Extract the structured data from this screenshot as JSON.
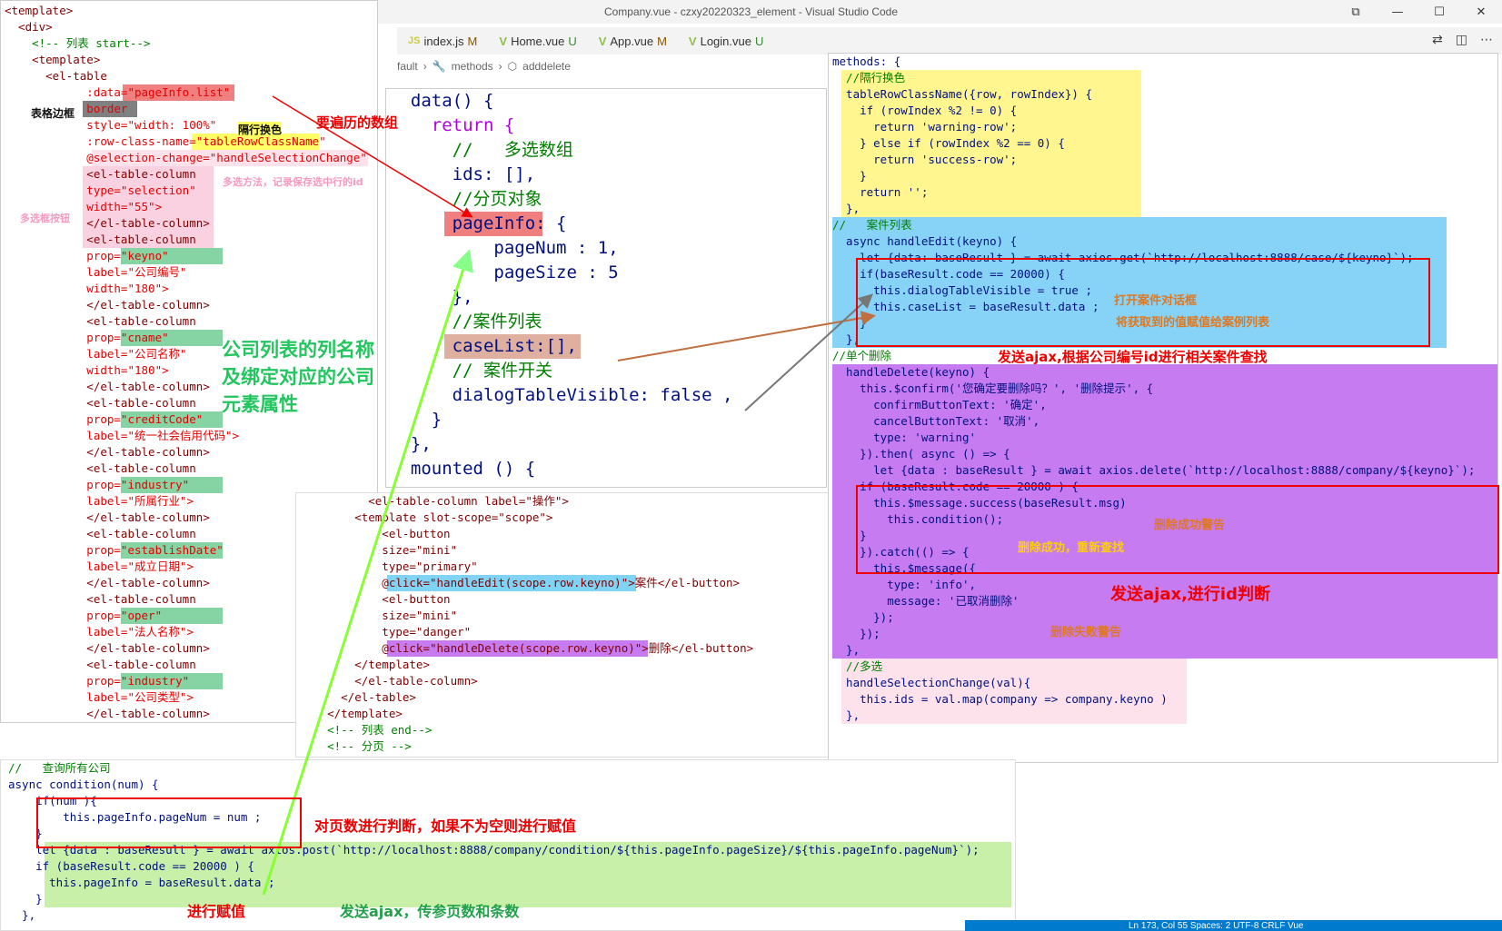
{
  "window": {
    "title": "Company.vue - czxy20220323_element - Visual Studio Code",
    "controls": [
      "⧉",
      "—",
      "☐",
      "✕"
    ]
  },
  "tabs": [
    {
      "icon": "JS",
      "label": "index.js",
      "status": "M"
    },
    {
      "icon": "V",
      "label": "Home.vue",
      "status": "U"
    },
    {
      "icon": "V",
      "label": "App.vue",
      "status": "M"
    },
    {
      "icon": "V",
      "label": "Login.vue",
      "status": "U"
    }
  ],
  "breadcrumb": {
    "a": "fault",
    "b": "methods",
    "c": "adddelete"
  },
  "left_code": [
    "<template>",
    "  <div>",
    "    <!-- 列表 start-->",
    "    <template>",
    "      <el-table",
    "            :data=\"pageInfo.list\"",
    "            border",
    "            style=\"width: 100%\"",
    "            :row-class-name=\"tableRowClassName\"",
    "            @selection-change=\"handleSelectionChange\"",
    "            <el-table-column",
    "            type=\"selection\"",
    "            width=\"55\">",
    "            </el-table-column>",
    "            <el-table-column",
    "            prop=\"keyno\"",
    "            label=\"公司编号\"",
    "            width=\"180\">",
    "            </el-table-column>",
    "            <el-table-column",
    "            prop=\"cname\"",
    "            label=\"公司名称\"",
    "            width=\"180\">",
    "            </el-table-column>",
    "            <el-table-column",
    "            prop=\"creditCode\"",
    "            label=\"统一社会信用代码\">",
    "            </el-table-column>",
    "            <el-table-column",
    "            prop=\"industry\"",
    "            label=\"所属行业\">",
    "            </el-table-column>",
    "            <el-table-column",
    "            prop=\"establishDate\"",
    "            label=\"成立日期\">",
    "            </el-table-column>",
    "            <el-table-column",
    "            prop=\"oper\"",
    "            label=\"法人名称\">",
    "            </el-table-column>",
    "            <el-table-column",
    "            prop=\"industry\"",
    "            label=\"公司类型\">",
    "            </el-table-column>"
  ],
  "data_code": [
    "  data() {",
    "    return {",
    "      //   多选数组",
    "      ids: [],",
    "      //分页对象",
    "      pageInfo: {",
    "          pageNum : 1,",
    "          pageSize : 5",
    "      },",
    "      //案件列表",
    "      caseList:[],",
    "      // 案件开关",
    "      dialogTableVisible: false ,",
    "    }",
    "  },",
    "  mounted () {"
  ],
  "mid_code": [
    "          <el-table-column label=\"操作\">",
    "        <template slot-scope=\"scope\">",
    "            <el-button",
    "            size=\"mini\"",
    "            type=\"primary\"",
    "            @click=\"handleEdit(scope.row.keyno)\">案件</el-button>",
    "            <el-button",
    "            size=\"mini\"",
    "            type=\"danger\"",
    "            @click=\"handleDelete(scope.row.keyno)\">删除</el-button>",
    "        </template>",
    "        </el-table-column>",
    "      </el-table>",
    "    </template>",
    "    <!-- 列表 end-->",
    "    <!-- 分页 -->"
  ],
  "right_code": [
    "methods: {",
    "  //隔行换色",
    "  tableRowClassName({row, rowIndex}) {",
    "    if (rowIndex %2 != 0) {",
    "      return 'warning-row';",
    "    } else if (rowIndex %2 == 0) {",
    "      return 'success-row';",
    "    }",
    "    return '';",
    "  },",
    "//   案件列表",
    "  async handleEdit(keyno) {",
    "    let {data: baseResult } = await axios.get(`http://localhost:8888/case/${keyno}`);",
    "    if(baseResult.code == 20000) {",
    "      this.dialogTableVisible = true ;",
    "      this.caseList = baseResult.data ;",
    "    }",
    "  },",
    "//单个删除",
    "  handleDelete(keyno) {",
    "    this.$confirm('您确定要删除吗？', '删除提示', {",
    "      confirmButtonText: '确定',",
    "      cancelButtonText: '取消',",
    "      type: 'warning'",
    "    }).then( async () => {",
    "      let {data : baseResult } = await axios.delete(`http://localhost:8888/company/${keyno}`);",
    "    if (baseResult.code == 20000 ) {",
    "      this.$message.success(baseResult.msg)",
    "        this.condition();",
    "    }",
    "    }).catch(() => {",
    "      this.$message({",
    "        type: 'info',",
    "        message: '已取消删除'",
    "      });",
    "    });",
    "  },",
    "  //多选",
    "  handleSelectionChange(val){",
    "    this.ids = val.map(company => company.keyno )",
    "  },"
  ],
  "bottom_code": [
    "//   查询所有公司",
    "async condition(num) {",
    "    if(num ){",
    "        this.pageInfo.pageNum = num ;",
    "    }",
    "    let {data : baseResult } = await axios.post(`http://localhost:8888/company/condition/${this.pageInfo.pageSize}/${this.pageInfo.pageNum}`);",
    "    if (baseResult.code == 20000 ) {",
    "      this.pageInfo = baseResult.data ;",
    "    }",
    "  },"
  ],
  "notes": {
    "border": "表格边框",
    "stripe": "隔行换色",
    "selection": "多选方法，记录保存选中行的id",
    "checkbox": "多选框按钮",
    "array": "要遍历的数组",
    "columns": "公司列表的列名称\n及绑定对应的公司\n元素属性",
    "open_dialog": "打开案件对话框",
    "assign_case": "将获取到的值赋值给案例列表",
    "ajax_case": "发送ajax,根据公司编号id进行相关案件查找",
    "del_ok": "删除成功警告",
    "del_refresh": "删除成功，重新查找",
    "ajax_id": "发送ajax,进行id判断",
    "del_cancel": "删除失败警告",
    "page_judge": "对页数进行判断，如果不为空则进行赋值",
    "assign": "进行赋值",
    "ajax_page": "发送ajax，传参页数和条数"
  },
  "status": "Ln 173, Col 55   Spaces: 2   UTF-8   CRLF   Vue"
}
